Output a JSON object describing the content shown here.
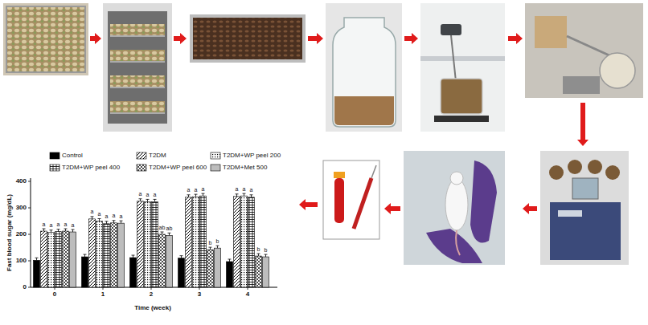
{
  "diagram": {
    "labels": [
      "Fast blood sugar (mg/dL)",
      "0",
      "100",
      "200",
      "300",
      "400",
      "a",
      "a",
      "a",
      "a",
      "a",
      "a",
      "a",
      "a",
      "a",
      "a",
      "a",
      "a",
      "a",
      "ab",
      "ab",
      "a",
      "a",
      "a",
      "b",
      "b",
      "a",
      "a",
      "a",
      "b",
      "b",
      "0",
      "1",
      "2",
      "3",
      "4",
      "Time (week)"
    ],
    "legend": [
      {
        "text": "Control",
        "color": "#000000"
      },
      {
        "text": "T2DM"
      },
      {
        "text": "T2DM+WP peel 200"
      },
      {
        "text": "T2DM+WP peel 400"
      },
      {
        "text": "T2DM+WP peel 600"
      },
      {
        "text": "T2DM+Met 500",
        "color": "#bdbdbd"
      }
    ]
  }
}
